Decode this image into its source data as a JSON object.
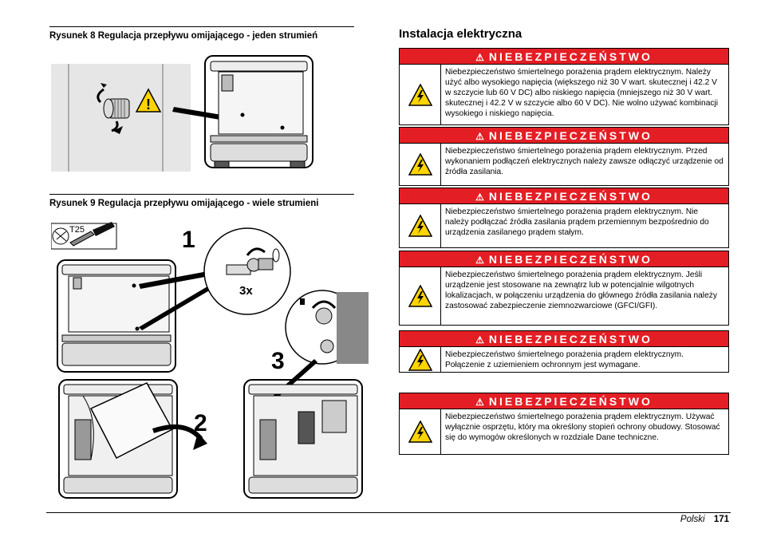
{
  "figure8": {
    "caption": "Rysunek 8  Regulacja przepływu omijającego - jeden strumień"
  },
  "figure9": {
    "caption": "Rysunek 9  Regulacja przepływu omijającego - wiele strumieni",
    "tool_label": "T25",
    "step1": "1",
    "step2": "2",
    "step3": "3",
    "repeat": "3x"
  },
  "section": {
    "title": "Instalacja elektryczna"
  },
  "warning_symbol": "⚠",
  "warnings": [
    {
      "header": "NIEBEZPIECZEŃSTWO",
      "icon": "high-voltage-icon",
      "text": "Niebezpieczeństwo śmiertelnego porażenia prądem elektrycznym. Należy użyć albo wysokiego napięcia (większego niż 30 V wart. skutecznej i 42.2 V w szczycie lub 60 V DC) albo niskiego napięcia (mniejszego niż 30 V wart. skutecznej i 42.2 V w szczycie albo 60 V DC). Nie wolno używać kombinacji wysokiego i niskiego napięcia."
    },
    {
      "header": "NIEBEZPIECZEŃSTWO",
      "icon": "high-voltage-icon",
      "text": "Niebezpieczeństwo śmiertelnego porażenia prądem elektrycznym. Przed wykonaniem podłączeń elektrycznych należy zawsze odłączyć urządzenie od źródła zasilania."
    },
    {
      "header": "NIEBEZPIECZEŃSTWO",
      "icon": "high-voltage-icon",
      "text": "Niebezpieczeństwo śmiertelnego porażenia prądem elektrycznym. Nie należy podłączać źródła zasilania prądem przemiennym bezpośrednio do urządzenia zasilanego prądem stałym."
    },
    {
      "header": "NIEBEZPIECZEŃSTWO",
      "icon": "high-voltage-icon",
      "text": "Niebezpieczeństwo śmiertelnego porażenia prądem elektrycznym. Jeśli urządzenie jest stosowane na zewnątrz lub w potencjalnie wilgotnych lokalizacjach, w połączeniu urządzenia do głównego źródła zasilania należy zastosować zabezpieczenie ziemnozwarciowe (GFCI/GFI)."
    },
    {
      "header": "NIEBEZPIECZEŃSTWO",
      "icon": "high-voltage-icon",
      "text": "Niebezpieczeństwo śmiertelnego porażenia prądem elektrycznym. Połączenie z uziemieniem ochronnym jest wymagane."
    },
    {
      "header": "NIEBEZPIECZEŃSTWO",
      "icon": "high-voltage-icon",
      "text": "Niebezpieczeństwo śmiertelnego porażenia prądem elektrycznym. Używać wyłącznie osprzętu, który ma określony stopień ochrony obudowy. Stosować się do wymogów określonych w rozdziale Dane techniczne."
    }
  ],
  "footer": {
    "language": "Polski",
    "page": "171"
  }
}
